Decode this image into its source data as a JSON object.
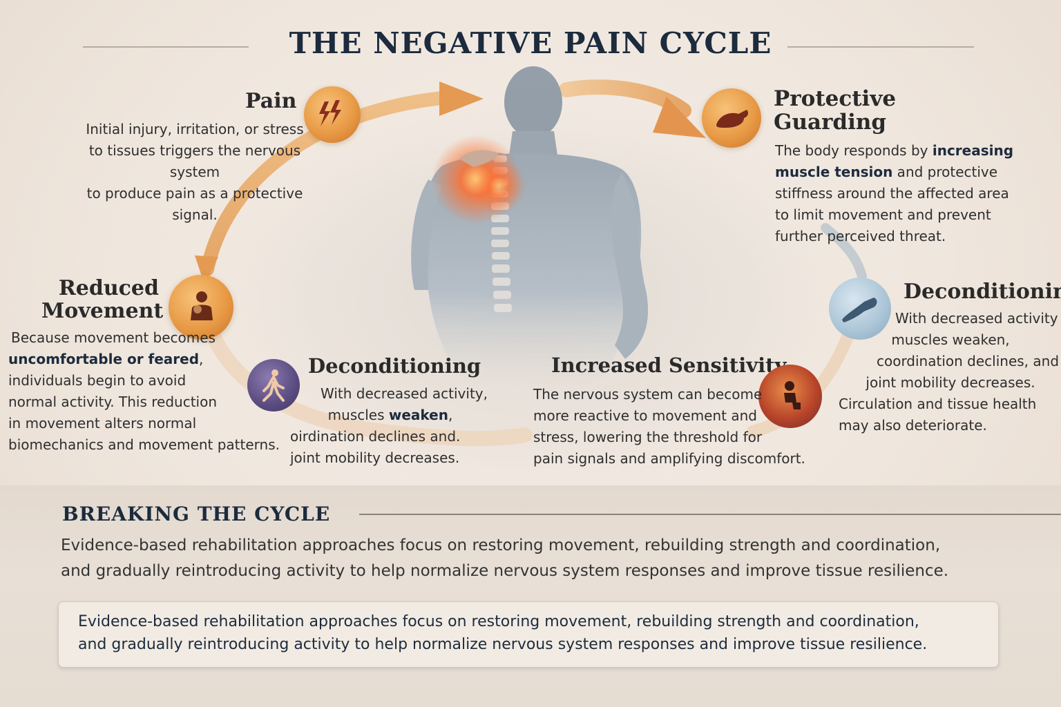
{
  "title": "THE NEGATIVE PAIN CYCLE",
  "nodes": {
    "pain": {
      "title": "Pain",
      "body": [
        "Initial injury, irritation, or stress",
        "to tissues triggers the nervous system",
        "to produce pain as a protective signal."
      ],
      "icon": "lightning-icon"
    },
    "protective_guarding": {
      "title_lines": [
        "Protective",
        "Guarding"
      ],
      "body_pre": "The body responds by ",
      "body_bold_1": "increasing",
      "body_bold_2": "muscle tension",
      "body_post": " and protective",
      "body_lines": [
        "stiffness around the affected area",
        "to limit movement and prevent",
        "further perceived threat."
      ],
      "icon": "flexed-arm-icon"
    },
    "deconditioning_right": {
      "title": "Deconditioning",
      "body": [
        "With decreased activity",
        "muscles weaken,",
        "coordination declines, and",
        "joint mobility decreases.",
        "Circulation and tissue health",
        "may also deteriorate."
      ],
      "icon": "leg-muscle-icon"
    },
    "increased_sensitivity": {
      "title": "Increased Sensitivity",
      "body": [
        "The nervous system can become",
        "more reactive to movement and",
        "stress, lowering the threshold for",
        "pain signals and amplifying discomfort."
      ],
      "icon": "seated-person-icon"
    },
    "deconditioning_center": {
      "title": "Deconditioning",
      "body_line1": "With decreased activity,",
      "body_line2_pre": "muscles ",
      "body_line2_bold": "weaken",
      "body_line2_post": ",",
      "body_line3": "oirdination declines and.",
      "body_line4": "joint mobility decreases.",
      "icon": "walking-figure-icon"
    },
    "reduced_movement": {
      "title_lines": [
        "Reduced",
        "Movement"
      ],
      "body_line1": "Because movement becomes",
      "body_bold": "uncomfortable or feared",
      "body_bold_post": ",",
      "body_lines": [
        "individuals begin to avoid",
        "normal activity. This reduction",
        "in movement alters normal",
        "biomechanics and movement patterns."
      ],
      "icon": "person-holding-shoulder-icon"
    }
  },
  "breaking": {
    "title": "BREAKING THE CYCLE",
    "body_lines": [
      "Evidence-based rehabilitation approaches focus on restoring movement, rebuilding strength and coordination,",
      "and gradually reintroducing activity to help normalize nervous system responses and improve tissue resilience."
    ],
    "callout_lines": [
      "Evidence-based rehabilitation approaches focus on restoring movement, rebuilding strength and coordination,",
      "and gradually reintroducing activity to help normalize nervous system responses and improve tissue resilience."
    ]
  },
  "colors": {
    "title": "#1c2b3d",
    "arrow": "#e6a55e",
    "pain_glow": "#ff6a2a",
    "background": "#efe6dd"
  },
  "figure": "back-view-man-holding-shoulder-illustration"
}
